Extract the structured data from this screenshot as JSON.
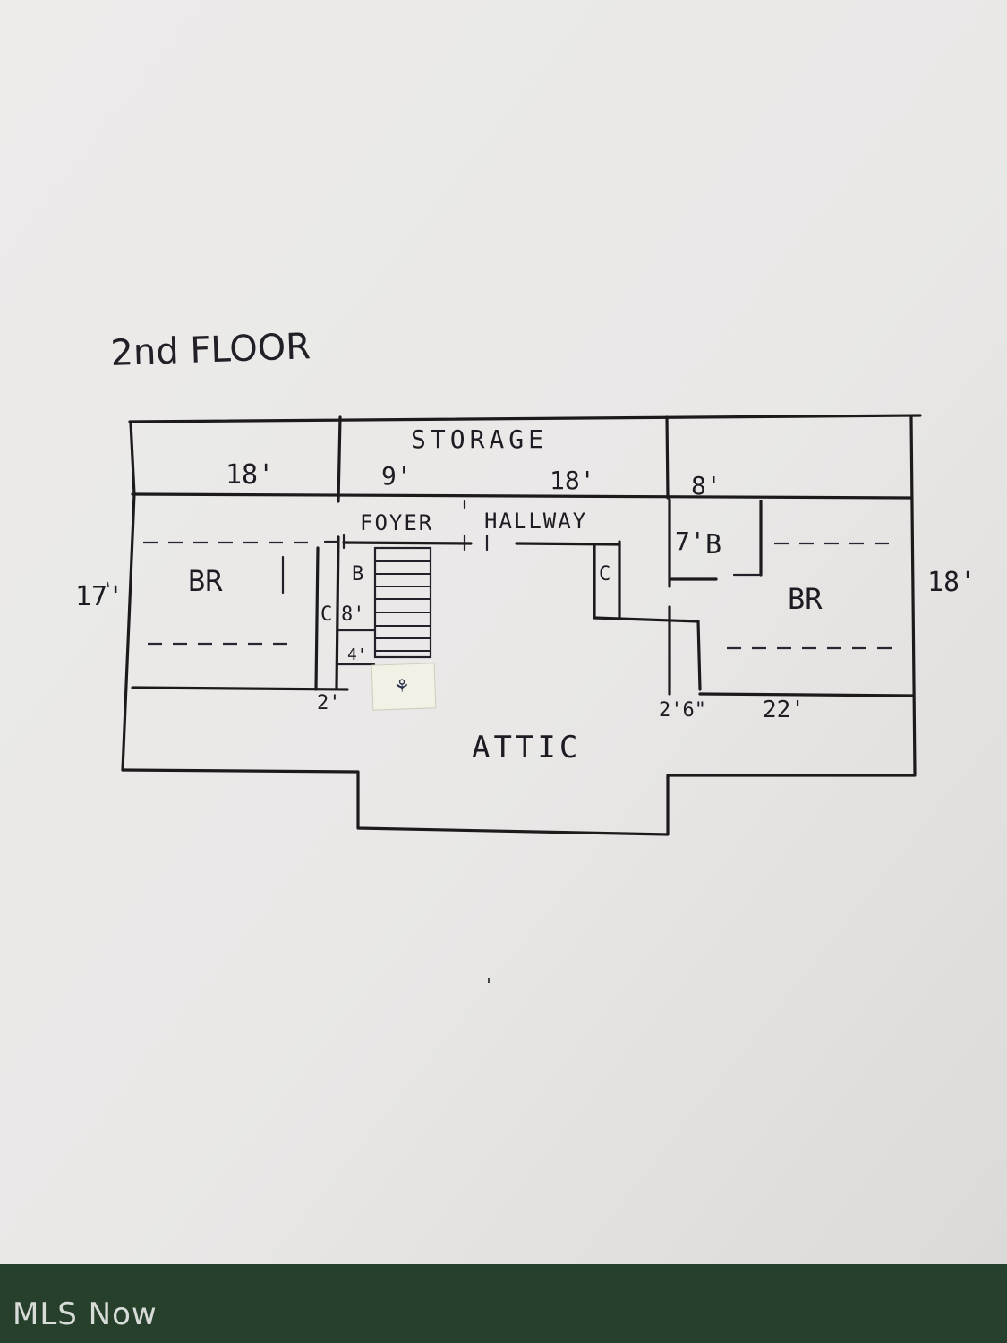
{
  "title": "2nd FLOOR",
  "rooms": {
    "storage": "STORAGE",
    "foyer": "FOYER",
    "hallway": "HALLWAY",
    "br_left": "BR",
    "br_right": "BR",
    "attic": "ATTIC",
    "bath_left": "B",
    "bath_right": "B",
    "closet_left": "C",
    "closet_right": "C"
  },
  "dimensions": {
    "top_left": "18'",
    "top_mid": "9'",
    "top_right": "18'",
    "top_far_right": "8'",
    "left_side": "17'",
    "right_side": "18'",
    "bath_right": "7'",
    "bath_left_depth": "8'",
    "bath_left_width": "4'",
    "closet_left_width": "2'",
    "closet_right_width": "2'6\"",
    "br_right_width": "22'"
  },
  "watermark": "MLS Now",
  "colors": {
    "paper": "#ecebeb",
    "ink": "#1d1a1c",
    "cloth": "#2c4a32"
  }
}
